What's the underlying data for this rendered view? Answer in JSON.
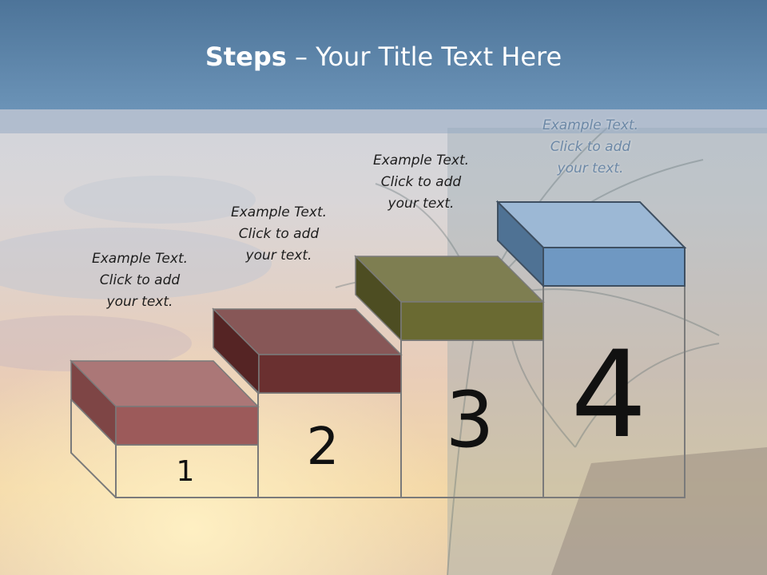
{
  "slide": {
    "title_bold": "Steps",
    "title_rest": " – Your Title Text Here"
  },
  "steps": [
    {
      "number": "1",
      "lines": [
        "Example Text.",
        "Click  to add",
        "your text."
      ],
      "color": "#9c5a5a"
    },
    {
      "number": "2",
      "lines": [
        "Example Text.",
        "Click  to add",
        "your text."
      ],
      "color": "#6a3030"
    },
    {
      "number": "3",
      "lines": [
        "Example Text.",
        "Click  to add",
        "your text."
      ],
      "color": "#6a6a32"
    },
    {
      "number": "4",
      "lines": [
        "Example Text.",
        "Click  to add",
        "your text."
      ],
      "color": "#6f98c2"
    }
  ],
  "colors": {
    "header": "#5a83a9",
    "outline": "#7a7a7a"
  }
}
